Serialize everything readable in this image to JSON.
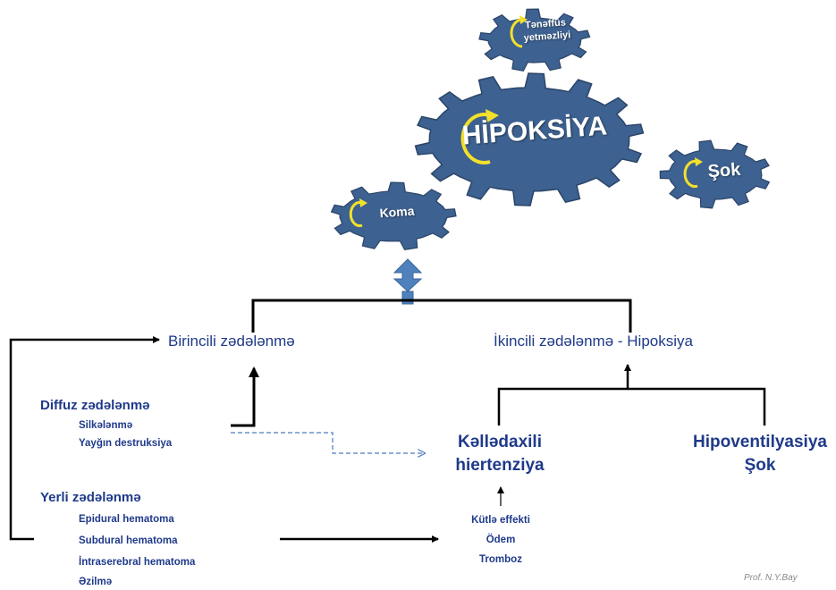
{
  "colors": {
    "gear_fill": "#3d6190",
    "gear_stroke": "#2a4468",
    "text_blue": "#1f3a8a",
    "arrow_yellow": "#f2e02c",
    "arrow_black": "#000000",
    "dashed_blue": "#4a7ac0",
    "up_arrow_blue": "#4f81bd"
  },
  "gears": {
    "main": "HİPOKSİYA",
    "top": [
      "Tənəffüs",
      "yetməzliyi"
    ],
    "right": "Şok",
    "left": "Koma"
  },
  "primary": {
    "title": "Birincili zədələnmə",
    "diffuse": {
      "title": "Diffuz zədələnmə",
      "items": [
        "Silkələnmə",
        "Yayğın destruksiya"
      ]
    },
    "local": {
      "title": "Yerli zədələnmə",
      "items": [
        "Epidural hematoma",
        "Subdural hematoma",
        "İntraserebral hematoma",
        "Əzilmə"
      ]
    }
  },
  "secondary": {
    "title": "İkincili zədələnmə -  Hipoksiya",
    "intracranial": [
      "Kəllədaxili",
      "hiertenziya"
    ],
    "hypoventilation": [
      "Hipoventilyasiya",
      "Şok"
    ],
    "causes": [
      "Kütlə effekti",
      "Ödem",
      "Tromboz"
    ]
  },
  "credit": "Prof. N.Y.Bay"
}
